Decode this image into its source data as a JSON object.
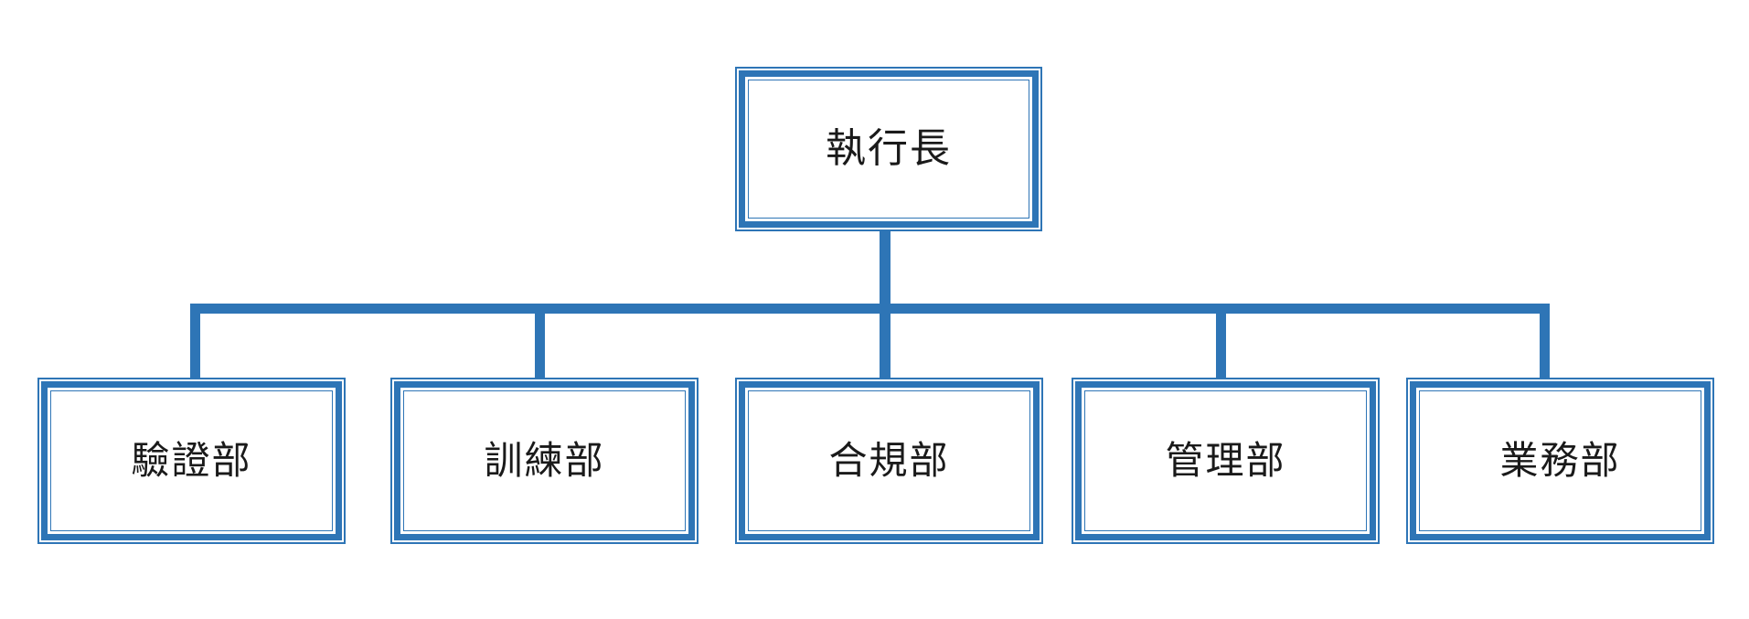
{
  "diagram": {
    "type": "organization-chart",
    "title": "",
    "orientation": "top-down",
    "accent_color": "#2E75B6",
    "box_fill": "#ffffff",
    "text_color": "#1a1a1a",
    "root": {
      "label": "執行長",
      "name": "chief-executive-officer"
    },
    "children": [
      {
        "label": "驗證部",
        "name": "verification-department"
      },
      {
        "label": "訓練部",
        "name": "training-department"
      },
      {
        "label": "合規部",
        "name": "compliance-department"
      },
      {
        "label": "管理部",
        "name": "management-department"
      },
      {
        "label": "業務部",
        "name": "sales-department"
      }
    ]
  }
}
